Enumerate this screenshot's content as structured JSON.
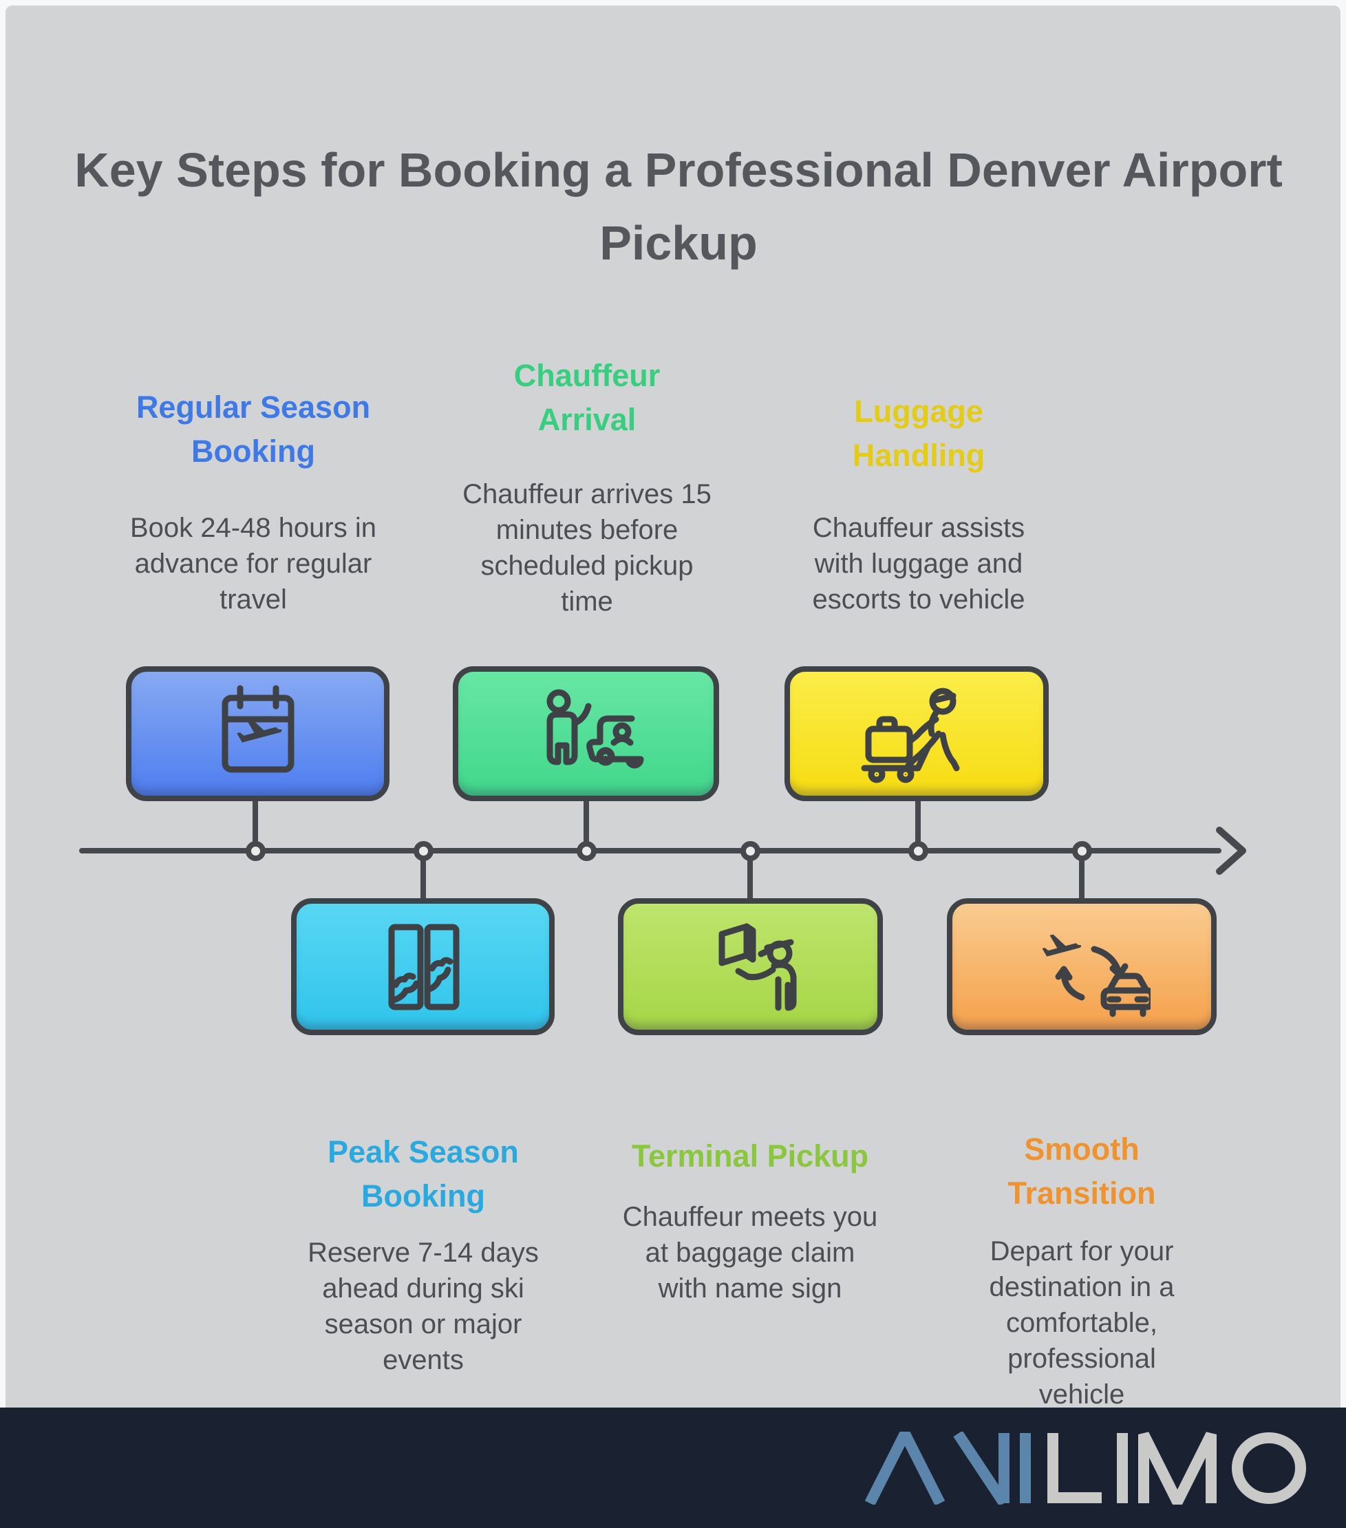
{
  "title": "Key Steps for Booking a Professional Denver Airport Pickup",
  "steps": [
    {
      "title": "Regular Season Booking",
      "description": "Book 24-48 hours in advance for regular travel",
      "accent": "#3e79e6",
      "icon": "flight-calendar-icon",
      "box_gradient": [
        "#87a9f2",
        "#4e7def"
      ]
    },
    {
      "title": "Chauffeur Arrival",
      "description": "Chauffeur arrives 15 minutes before scheduled pickup time",
      "accent": "#37cf7f",
      "icon": "chauffeur-greeting-car-icon",
      "box_gradient": [
        "#67e6a4",
        "#41d78b"
      ]
    },
    {
      "title": "Luggage Handling",
      "description": "Chauffeur assists with luggage and escorts to vehicle",
      "accent": "#e4cb16",
      "icon": "porter-luggage-cart-icon",
      "box_gradient": [
        "#fbed4a",
        "#f6dc12"
      ]
    },
    {
      "title": "Peak Season Booking",
      "description": "Reserve 7-14 days ahead during ski season or major events",
      "accent": "#2aa9de",
      "icon": "ski-season-panels-icon",
      "box_gradient": [
        "#58d7f3",
        "#30c4eb"
      ]
    },
    {
      "title": "Terminal Pickup",
      "description": "Chauffeur meets you at baggage claim with name sign",
      "accent": "#8bc63f",
      "icon": "name-sign-chauffeur-icon",
      "box_gradient": [
        "#bee56c",
        "#a5d546"
      ]
    },
    {
      "title": "Smooth Transition",
      "description": "Depart for your destination in a comfortable, professional vehicle",
      "accent": "#ef9330",
      "icon": "plane-to-car-transfer-icon",
      "box_gradient": [
        "#f9cb90",
        "#f5a14b"
      ]
    }
  ],
  "colors": {
    "canvas_bg": "#d2d3d4",
    "page_margin": "#f7f8f9",
    "outline": "#3e4247",
    "timeline": "#45484c",
    "body_text": "#4b4e53",
    "title_text": "#54575c",
    "footer_bg": "#1a2231",
    "brand_blue": "#5c85ab",
    "brand_gray": "#c9c9c7"
  },
  "footer": {
    "brand": "AVILIMO"
  }
}
